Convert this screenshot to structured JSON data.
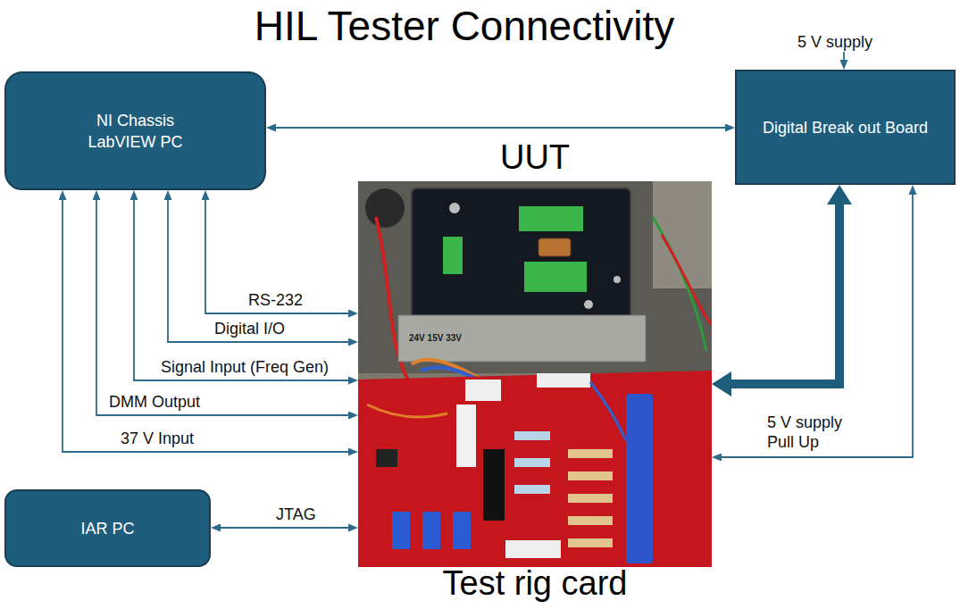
{
  "diagram": {
    "title": "HIL Tester Connectivity",
    "nodes": [
      {
        "text": [
          "NI Chassis LabVIEW PC"
        ]
      },
      {
        "text": [
          "Digital Break out Board"
        ]
      },
      {
        "text": [
          "UUT",
          "Test rig card"
        ]
      },
      {
        "text": [
          "IAR PC"
        ]
      }
    ],
    "edges": [
      {
        "from": 0,
        "to": 1,
        "arrow": "both"
      },
      {
        "from": 0,
        "to": 2,
        "label": "RS-232",
        "arrow": "both"
      },
      {
        "from": 0,
        "to": 2,
        "label": "Digital I/O",
        "arrow": "both"
      },
      {
        "from": 0,
        "to": 2,
        "label": "Signal Input (Freq Gen)",
        "arrow": "both"
      },
      {
        "from": 0,
        "to": 2,
        "label": "DMM Output",
        "arrow": "both"
      },
      {
        "from": 0,
        "to": 2,
        "label": "37 V Input",
        "arrow": "both"
      },
      {
        "from": 1,
        "to": 2,
        "arrow": "both"
      },
      {
        "from": 1,
        "to": 2,
        "label": "5 V supply Pull Up",
        "arrow": "both"
      },
      {
        "from": 3,
        "to": 2,
        "label": "JTAG",
        "arrow": "both"
      }
    ],
    "labels": [
      "5 V supply",
      "24V 15V 33V"
    ]
  }
}
